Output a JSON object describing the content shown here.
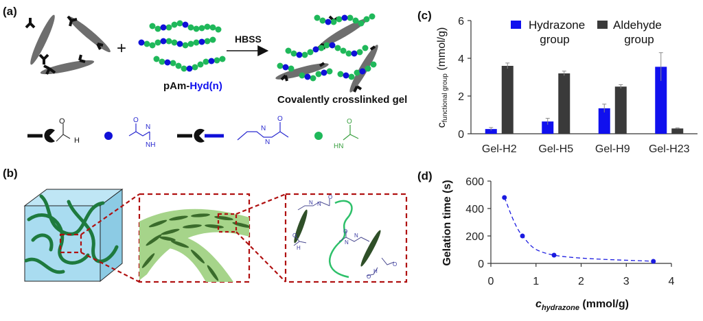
{
  "panels": {
    "a": {
      "label": "(a)",
      "reagent": {
        "prefix": "pAm-",
        "suffix": "Hyd(n)"
      },
      "arrow_label": "HBSS",
      "product_label": "Covalently crosslinked gel"
    },
    "b": {
      "label": "(b)"
    },
    "c": {
      "label": "(c)"
    },
    "d": {
      "label": "(d)"
    }
  },
  "colors": {
    "hydrazone": "#1010ee",
    "aldehyde": "#3a3a3a",
    "polymer_green": "#1fb85a",
    "polymer_blue": "#1010d8",
    "nanocrystal": "#6e6e6e",
    "dashed_red": "#b01010",
    "cube_fill": "#a9dcf0",
    "fiber_green": "#a6d48a",
    "fiber_dark": "#3a6b2b",
    "d_series": "#1a1ae0"
  },
  "chart_data": [
    {
      "type": "bar",
      "ylabel_main": "c",
      "ylabel_sub": "functional group",
      "ylabel_unit": " (mmol/g)",
      "categories": [
        "Gel-H2",
        "Gel-H5",
        "Gel-H9",
        "Gel-H23"
      ],
      "ylim": [
        0,
        6
      ],
      "yticks": [
        0,
        2,
        4,
        6
      ],
      "series": [
        {
          "name": "Hydrazone group",
          "values": [
            0.25,
            0.65,
            1.35,
            3.55
          ],
          "errors": [
            0.08,
            0.17,
            0.22,
            0.75
          ]
        },
        {
          "name": "Aldehyde group",
          "values": [
            3.6,
            3.2,
            2.5,
            0.28
          ],
          "errors": [
            0.15,
            0.12,
            0.1,
            0.03
          ]
        }
      ],
      "legend": {
        "hydrazone": [
          "Hydrazone",
          "group"
        ],
        "aldehyde": [
          "Aldehyde",
          "group"
        ]
      },
      "legend_position": "top"
    },
    {
      "type": "scatter",
      "xlabel_main": "c",
      "xlabel_sub": "hydrazone",
      "xlabel_unit": " (mmol/g)",
      "ylabel": "Gelation time (s)",
      "xlim": [
        0,
        4
      ],
      "ylim": [
        0,
        600
      ],
      "xticks": [
        0,
        1,
        2,
        3,
        4
      ],
      "yticks": [
        0,
        200,
        400,
        600
      ],
      "x": [
        0.3,
        0.7,
        1.4,
        3.6
      ],
      "y": [
        480,
        200,
        60,
        15
      ],
      "fit": "dashed"
    }
  ]
}
